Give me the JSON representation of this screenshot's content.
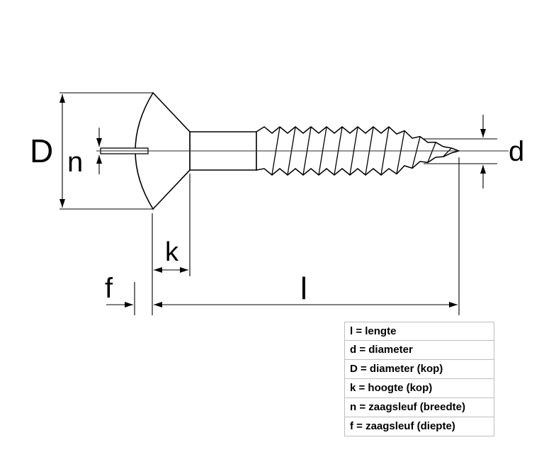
{
  "background": "#ffffff",
  "diagram": {
    "title": "wood-screw dimension drawing",
    "labels": {
      "D": "D",
      "n": "n",
      "k": "k",
      "f": "f",
      "l": "l",
      "d": "d"
    }
  },
  "legend": {
    "rows": [
      "l = lengte",
      "d = diameter",
      "D = diameter (kop)",
      "k = hoogte (kop)",
      "n = zaagsleuf (breedte)",
      "f = zaagsleuf (diepte)"
    ]
  },
  "colors": {
    "line": "#000000",
    "legend_border": "#bdbdbd",
    "legend_text": "#000000"
  }
}
